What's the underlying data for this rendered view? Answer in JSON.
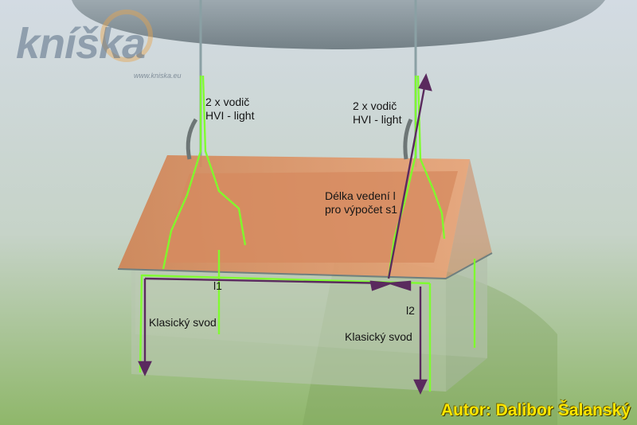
{
  "logo": {
    "text": "kníška",
    "url": "www.kniska.eu"
  },
  "labels": {
    "conductor_left": [
      "2  x  vodič",
      "HVI - light"
    ],
    "conductor_right": [
      "2  x  vodič",
      "HVI - light"
    ],
    "length_label": [
      "Délka vedení l",
      "pro výpočet s1"
    ],
    "l1": "l1",
    "l2": "l2",
    "downconductor_left": "Klasický svod",
    "downconductor_right": "Klasický svod"
  },
  "author": "Autor: Dalibor Šalanský",
  "colors": {
    "conductor": "#7dff2a",
    "arrow": "#5a2a5e",
    "roof": "#e29a6a",
    "author": "#ffe600"
  }
}
